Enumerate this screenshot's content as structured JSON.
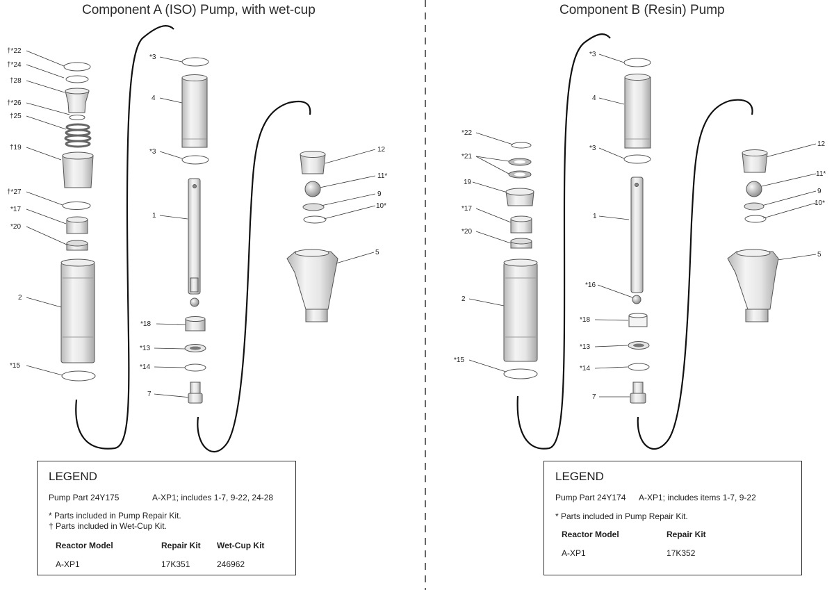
{
  "left": {
    "title": "Component A (ISO) Pump, with wet-cup",
    "labels": [
      "†*22",
      "†*24",
      "†28",
      "†*26",
      "†25",
      "†19",
      "†*27",
      "*17",
      "*20",
      "2",
      "*15",
      "*3",
      "4",
      "*3",
      "1",
      "*18",
      "*13",
      "*14",
      "7",
      "12",
      "11*",
      "9",
      "10*",
      "5"
    ],
    "legend": {
      "heading": "LEGEND",
      "pump_part": "Pump Part 24Y175",
      "pump_desc": "A-XP1; includes 1-7, 9-22, 24-28",
      "note1": "* Parts included in Pump Repair Kit.",
      "note2": "† Parts included in Wet-Cup Kit.",
      "col1": "Reactor Model",
      "col2": "Repair Kit",
      "col3": "Wet-Cup Kit",
      "model": "A-XP1",
      "repair_kit": "17K351",
      "wet_cup_kit": "246962"
    }
  },
  "right": {
    "title": "Component B (Resin) Pump",
    "labels": [
      "*22",
      "*21",
      "19",
      "*17",
      "*20",
      "2",
      "*15",
      "*3",
      "4",
      "*3",
      "1",
      "*16",
      "*18",
      "*13",
      "*14",
      "7",
      "12",
      "11*",
      "9",
      "10*",
      "5"
    ],
    "legend": {
      "heading": "LEGEND",
      "pump_part": "Pump Part 24Y174",
      "pump_desc": "A-XP1; includes items 1-7, 9-22",
      "note1": "* Parts included in Pump Repair Kit.",
      "col1": "Reactor Model",
      "col2": "Repair Kit",
      "model": "A-XP1",
      "repair_kit": "17K352"
    }
  }
}
